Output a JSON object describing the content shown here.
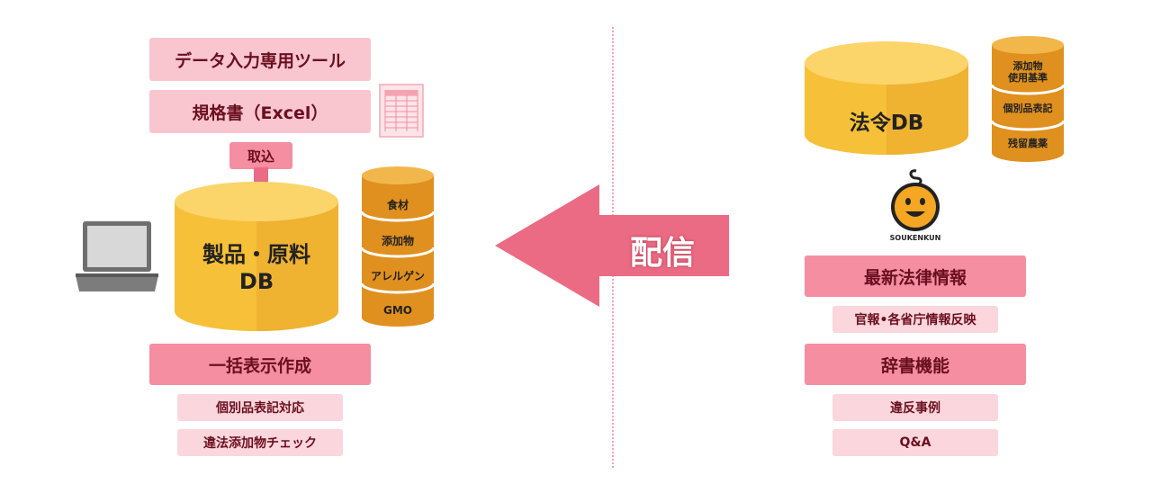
{
  "left": {
    "tool_box": "データ入力専用ツール",
    "spec_box": "規格書（Excel）",
    "import_label": "取込",
    "main_db_line1": "製品・原料",
    "main_db_line2": "DB",
    "stack": [
      "食材",
      "添加物",
      "アレルゲン",
      "GMO"
    ],
    "feature_title": "一括表示作成",
    "sub_items": [
      "個別品表記対応",
      "違法添加物チェック"
    ]
  },
  "arrow_label": "配信",
  "right": {
    "law_db": "法令DB",
    "stack": [
      "添加物\n使用基準",
      "個別品表記",
      "残留農薬"
    ],
    "mascot_text": "SOUKENKUN",
    "feature1": "最新法律情報",
    "feature1_sub": "官報•各省庁情報反映",
    "feature2": "辞書機能",
    "feature2_subs": [
      "違反事例",
      "Q&A"
    ]
  },
  "colors": {
    "pink_light": "#f9c6cf",
    "pink_mid": "#f48ea0",
    "arrow": "#ea6b83",
    "cylinder": "#f7c43f",
    "stack": "#e0901e"
  }
}
